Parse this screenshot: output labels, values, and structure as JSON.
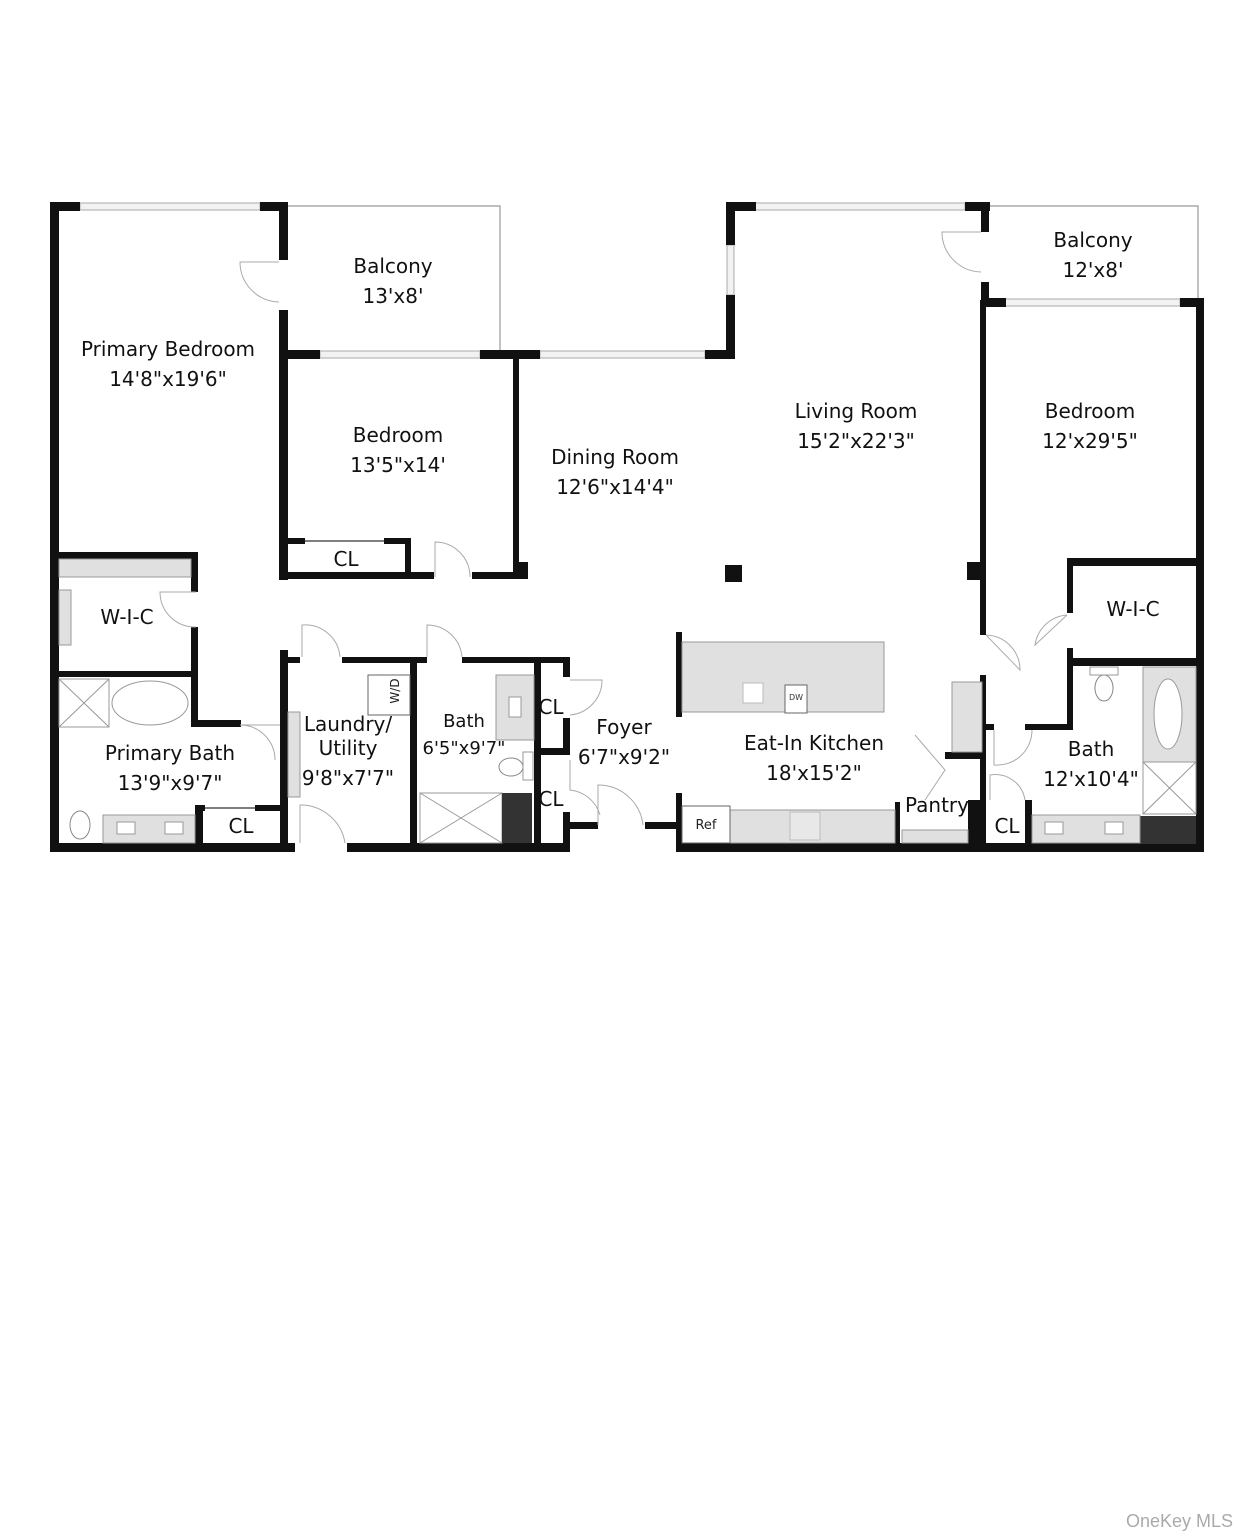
{
  "rooms": {
    "primary_bedroom": {
      "name": "Primary Bedroom",
      "dims": "14'8\"x19'6\""
    },
    "balcony_left": {
      "name": "Balcony",
      "dims": "13'x8'"
    },
    "bedroom_middle": {
      "name": "Bedroom",
      "dims": "13'5\"x14'"
    },
    "dining_room": {
      "name": "Dining Room",
      "dims": "12'6\"x14'4\""
    },
    "living_room": {
      "name": "Living Room",
      "dims": "15'2\"x22'3\""
    },
    "balcony_right": {
      "name": "Balcony",
      "dims": "12'x8'"
    },
    "bedroom_right": {
      "name": "Bedroom",
      "dims": "12'x29'5\""
    },
    "wic_left": {
      "name": "W-I-C"
    },
    "wic_right": {
      "name": "W-I-C"
    },
    "primary_bath": {
      "name": "Primary Bath",
      "dims": "13'9\"x9'7\""
    },
    "laundry": {
      "name": "Laundry/",
      "name2": "Utility",
      "dims": "9'8\"x7'7\""
    },
    "bath_middle": {
      "name": "Bath",
      "dims": "6'5\"x9'7\""
    },
    "foyer": {
      "name": "Foyer",
      "dims": "6'7\"x9'2\""
    },
    "kitchen": {
      "name": "Eat-In Kitchen",
      "dims": "18'x15'2\""
    },
    "pantry": {
      "name": "Pantry"
    },
    "bath_right": {
      "name": "Bath",
      "dims": "12'x10'4\""
    }
  },
  "closets": {
    "cl_bedroom": "CL",
    "cl_primary_bath": "CL",
    "cl_foyer_top": "CL",
    "cl_foyer_bottom": "CL",
    "cl_bath_right": "CL"
  },
  "appliances": {
    "washer_dryer": "W/D",
    "dishwasher": "DW",
    "refrigerator": "Ref"
  },
  "watermark": "OneKey MLS"
}
